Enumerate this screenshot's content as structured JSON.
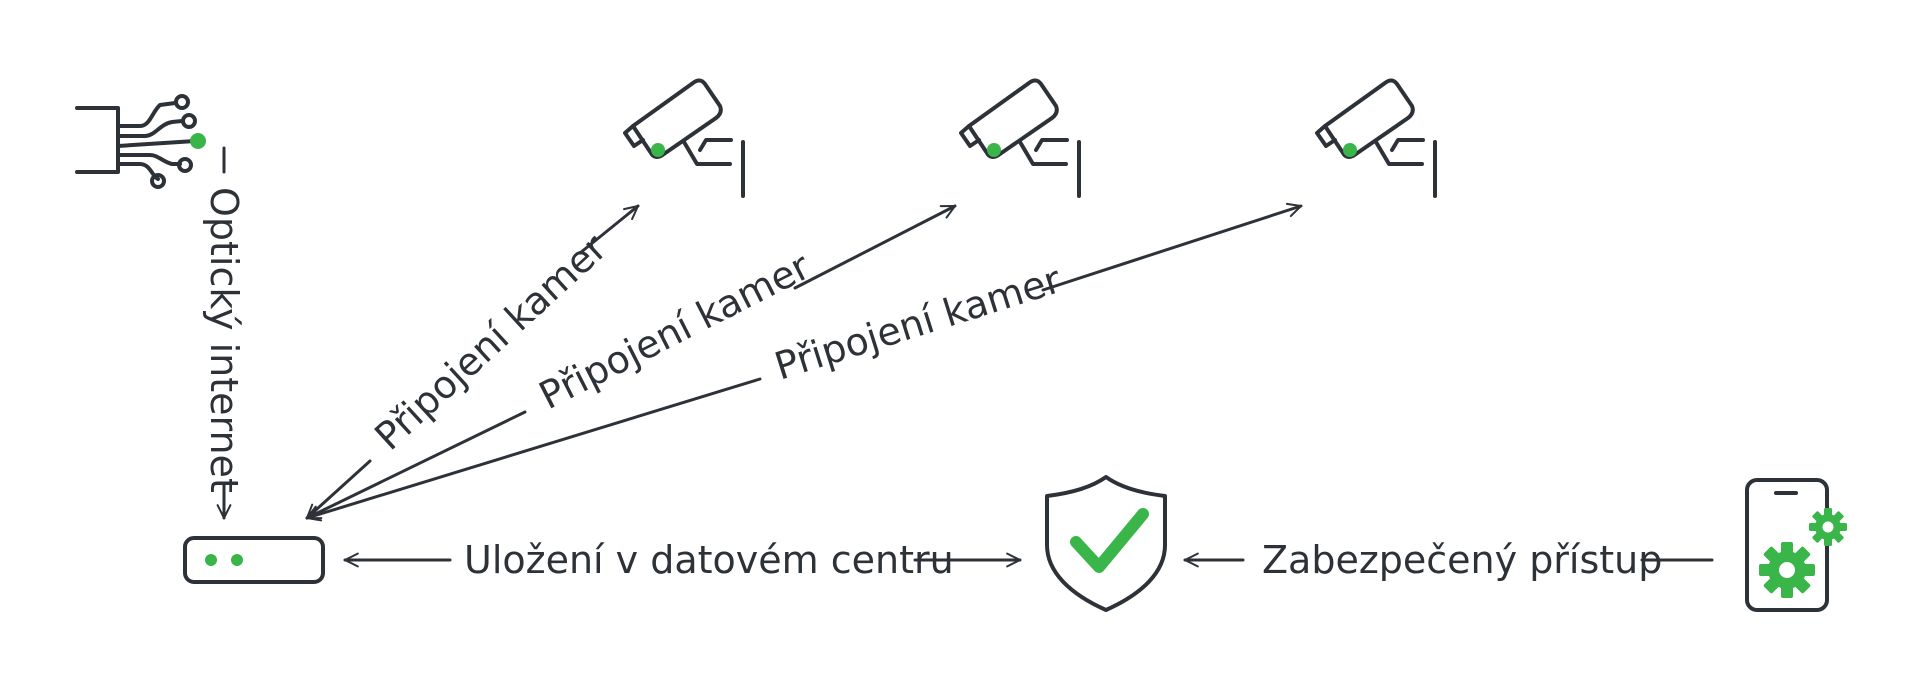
{
  "labels": {
    "fiber": "Optický internet",
    "camera_link_1": "Připojení kamer",
    "camera_link_2": "Připojení kamer",
    "camera_link_3": "Připojení kamer",
    "storage": "Uložení v datovém centru",
    "secure_access": "Zabezpečený přístup"
  },
  "icons": {
    "fiber": "fiber-optic-icon",
    "camera": "security-camera-icon",
    "recorder": "network-recorder-icon",
    "shield": "shield-check-icon",
    "phone": "phone-settings-icon"
  },
  "colors": {
    "ink": "#2c3238",
    "accent": "#3ab54a",
    "background": "#ffffff"
  }
}
